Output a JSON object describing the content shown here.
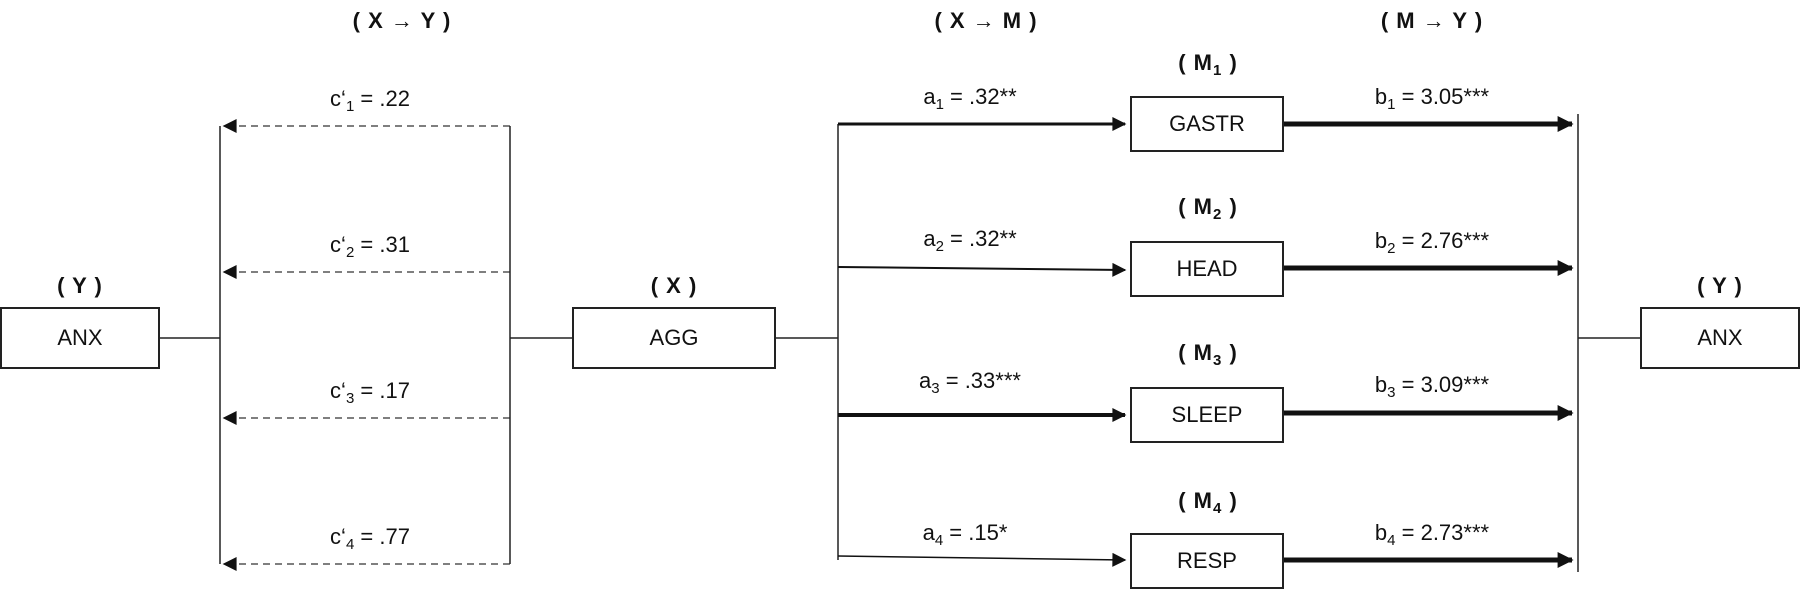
{
  "headers": {
    "direct": "( X → Y )",
    "a_paths": "( X → M )",
    "b_paths": "( M → Y )"
  },
  "outcome_left": {
    "tag": "( Y )",
    "label": "ANX"
  },
  "predictor": {
    "tag": "( X )",
    "label": "AGG"
  },
  "outcome_right": {
    "tag": "( Y )",
    "label": "ANX"
  },
  "direct_paths": [
    {
      "sym": "c‘",
      "sub": "1",
      "value": " = .22"
    },
    {
      "sym": "c‘",
      "sub": "2",
      "value": " = .31"
    },
    {
      "sym": "c‘",
      "sub": "3",
      "value": " = .17"
    },
    {
      "sym": "c‘",
      "sub": "4",
      "value": " = .77"
    }
  ],
  "mediators": [
    {
      "tag_open": "( M",
      "tag_sub": "1",
      "tag_close": " )",
      "label": "GASTR"
    },
    {
      "tag_open": "( M",
      "tag_sub": "2",
      "tag_close": " )",
      "label": "HEAD"
    },
    {
      "tag_open": "( M",
      "tag_sub": "3",
      "tag_close": " )",
      "label": "SLEEP"
    },
    {
      "tag_open": "( M",
      "tag_sub": "4",
      "tag_close": " )",
      "label": "RESP"
    }
  ],
  "a_paths": [
    {
      "sym": "a",
      "sub": "1",
      "value": " = .32**"
    },
    {
      "sym": "a",
      "sub": "2",
      "value": " = .32**"
    },
    {
      "sym": "a",
      "sub": "3",
      "value": " = .33***"
    },
    {
      "sym": "a",
      "sub": "4",
      "value": " = .15*"
    }
  ],
  "b_paths": [
    {
      "sym": "b",
      "sub": "1",
      "value": " = 3.05***"
    },
    {
      "sym": "b",
      "sub": "2",
      "value": " = 2.76***"
    },
    {
      "sym": "b",
      "sub": "3",
      "value": " = 3.09***"
    },
    {
      "sym": "b",
      "sub": "4",
      "value": " = 2.73***"
    }
  ],
  "colors": {
    "line": "#222222",
    "dashed": "#555555"
  }
}
